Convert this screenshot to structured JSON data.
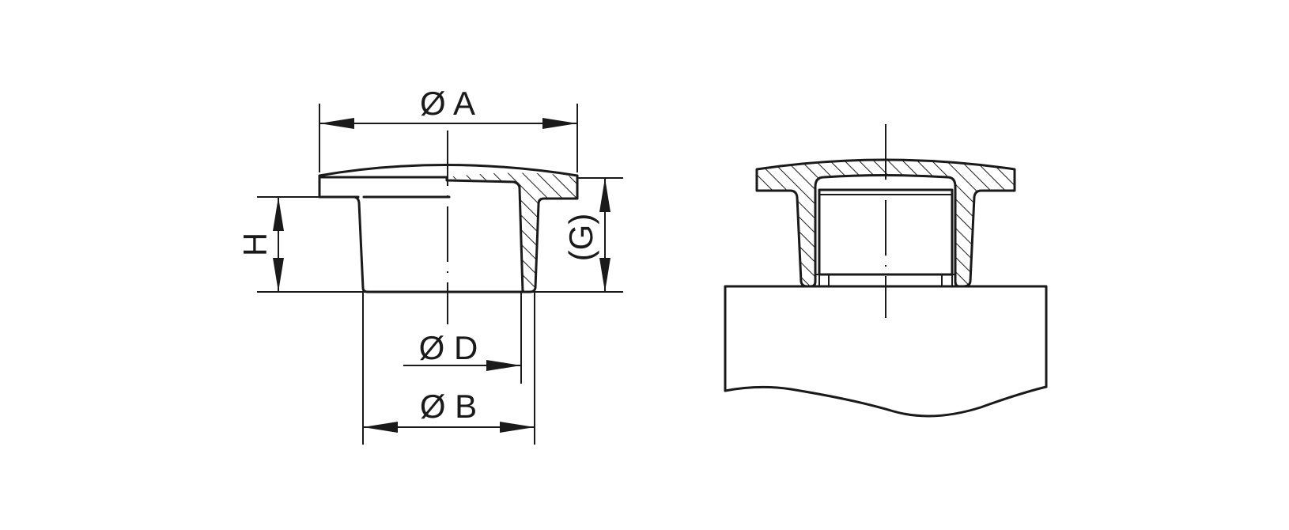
{
  "labels": {
    "dia_a": "Ø A",
    "dia_d": "Ø D",
    "dia_b": "Ø B",
    "height": "H",
    "g": "(G)"
  },
  "colors": {
    "line": "#1a1a1a",
    "background": "#ffffff"
  }
}
